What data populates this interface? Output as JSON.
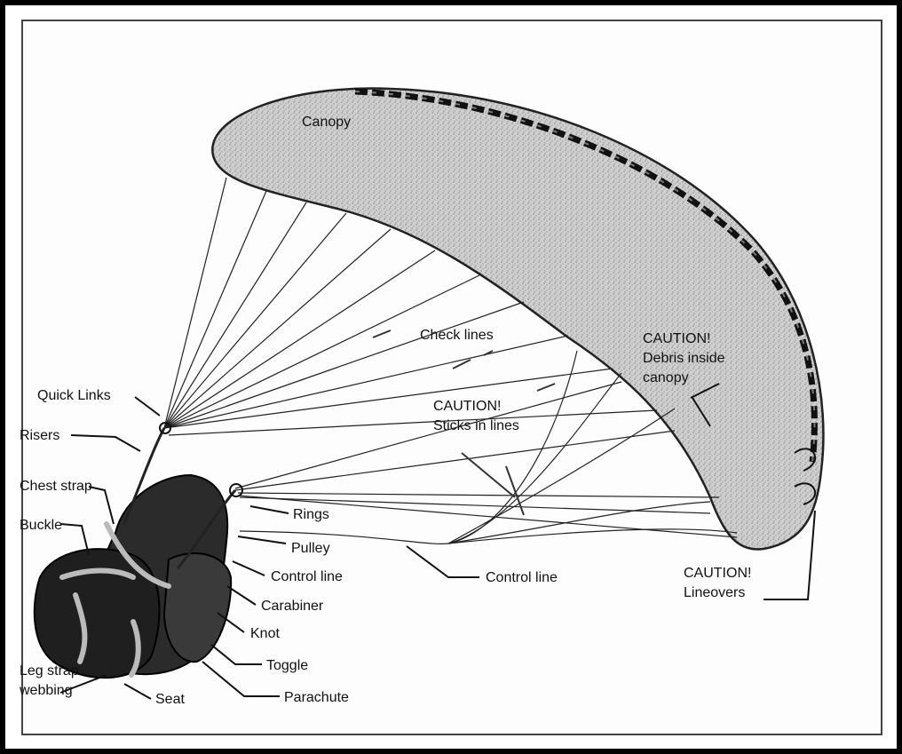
{
  "diagram": {
    "labels": {
      "canopy": "Canopy",
      "check_lines": "Check lines",
      "caution_debris_1": "CAUTION!",
      "caution_debris_2": "Debris inside",
      "caution_debris_3": "canopy",
      "quick_links": "Quick Links",
      "risers": "Risers",
      "caution_sticks_1": "CAUTION!",
      "caution_sticks_2": "Sticks in lines",
      "chest_strap": "Chest strap",
      "buckle": "Buckle",
      "rings": "Rings",
      "pulley": "Pulley",
      "control_line_1": "Control line",
      "control_line_2": "Control line",
      "carabiner": "Carabiner",
      "knot": "Knot",
      "toggle": "Toggle",
      "parachute": "Parachute",
      "seat": "Seat",
      "leg_strap_1": "Leg strap",
      "leg_strap_2": "webbing",
      "caution_lineovers_1": "CAUTION!",
      "caution_lineovers_2": "Lineovers"
    }
  }
}
